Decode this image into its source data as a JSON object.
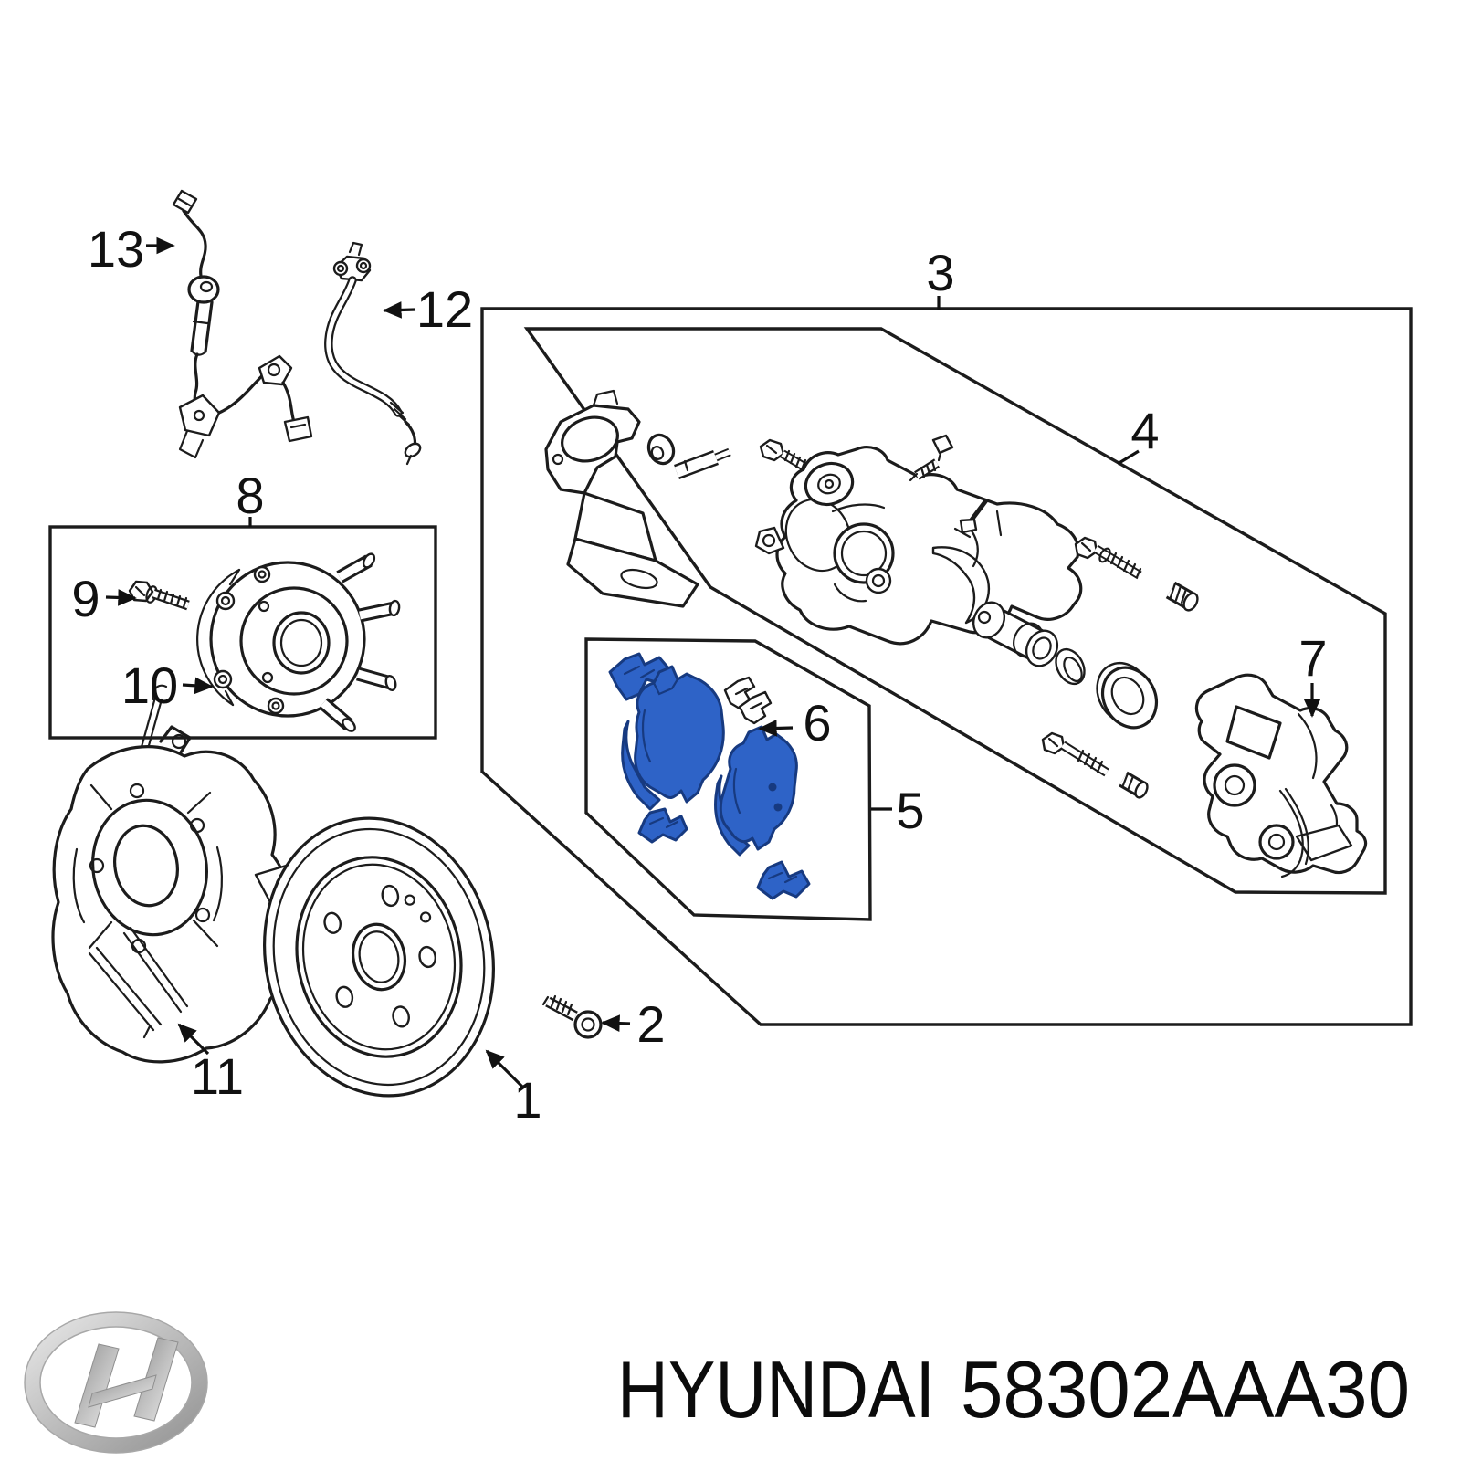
{
  "diagram": {
    "type": "exploded-parts-diagram",
    "callouts": [
      {
        "label": "1"
      },
      {
        "label": "2"
      },
      {
        "label": "3"
      },
      {
        "label": "4"
      },
      {
        "label": "5"
      },
      {
        "label": "6"
      },
      {
        "label": "7"
      },
      {
        "label": "8"
      },
      {
        "label": "9"
      },
      {
        "label": "10"
      },
      {
        "label": "11"
      },
      {
        "label": "12"
      },
      {
        "label": "13"
      }
    ]
  },
  "footer": {
    "brand": "HYUNDAI",
    "part_number": "58302AAA30",
    "logo_icon": "hyundai-logo"
  },
  "colors": {
    "background": "#ffffff",
    "line_color": "#1c1c1c",
    "label_color": "#111111",
    "highlight_fill": "#2e63c7",
    "highlight_stroke": "#173a80",
    "logo_silver_light": "#ececec",
    "logo_silver_mid": "#c0c0c0",
    "logo_silver_dark": "#8f8f8f"
  }
}
